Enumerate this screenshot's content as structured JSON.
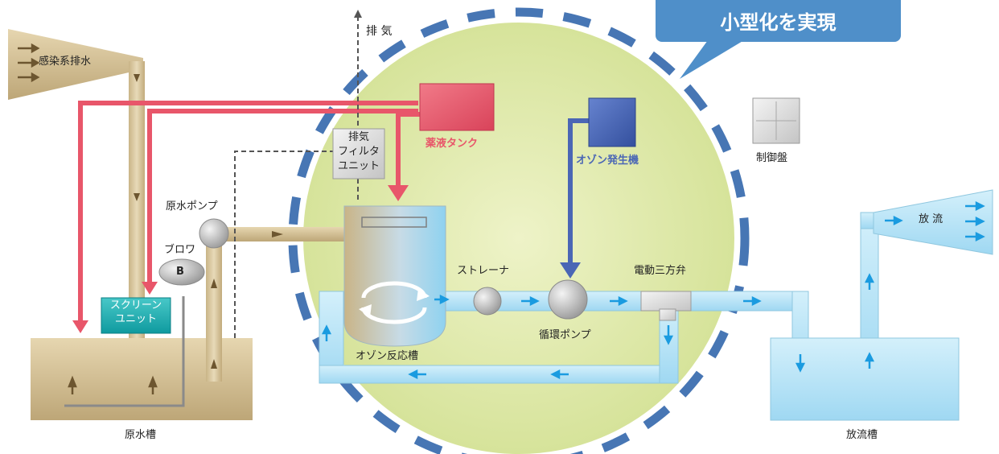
{
  "callout": {
    "text": "小型化を実現"
  },
  "labels": {
    "exhaust": "排 気",
    "infected_wastewater": "感染系排水",
    "raw_water_pump": "原水ポンプ",
    "blower": "ブロワ",
    "blower_mark": "B",
    "screen_unit_line1": "スクリーン",
    "screen_unit_line2": "ユニット",
    "exhaust_filter_line1": "排気",
    "exhaust_filter_line2": "フィルタ",
    "exhaust_filter_line3": "ユニット",
    "chemical_tank": "薬液タンク",
    "ozone_generator": "オゾン発生機",
    "control_panel": "制御盤",
    "strainer": "ストレーナ",
    "circulation_pump": "循環ポンプ",
    "three_way_valve": "電動三方弁",
    "ozone_reactor": "オゾン反応槽",
    "discharge": "放 流",
    "raw_water_tank": "原水槽",
    "discharge_tank": "放流槽"
  },
  "colors": {
    "chemical_line": "#e8566a",
    "ozone_line": "#4a66b5",
    "compact_zone": "#dfe9a7",
    "compact_border": "#4776b4",
    "raw_water": "#c9b48a",
    "treated_water": "#b9e4f6",
    "flow_arrow": "#1a9be0",
    "callout": "#4f8fc9"
  }
}
